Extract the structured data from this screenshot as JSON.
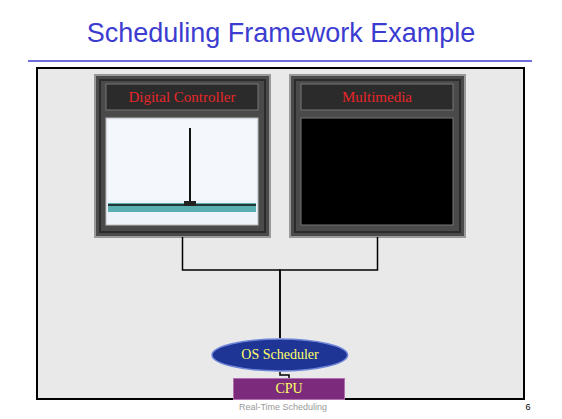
{
  "diagram": {
    "title": "Scheduling Framework Example",
    "nodes": [
      {
        "text": [
          "Digital Controller"
        ]
      },
      {
        "text": [
          "Multimedia"
        ]
      },
      {
        "text": [
          "OS Scheduler"
        ]
      },
      {
        "text": [
          "CPU"
        ]
      }
    ],
    "edges": [
      {
        "from": 0,
        "to": 2,
        "arrow": "none"
      },
      {
        "from": 1,
        "to": 2,
        "arrow": "none"
      },
      {
        "from": 2,
        "to": 3,
        "arrow": "none"
      }
    ],
    "labels": [
      "Real-Time Scheduling",
      "6"
    ]
  }
}
